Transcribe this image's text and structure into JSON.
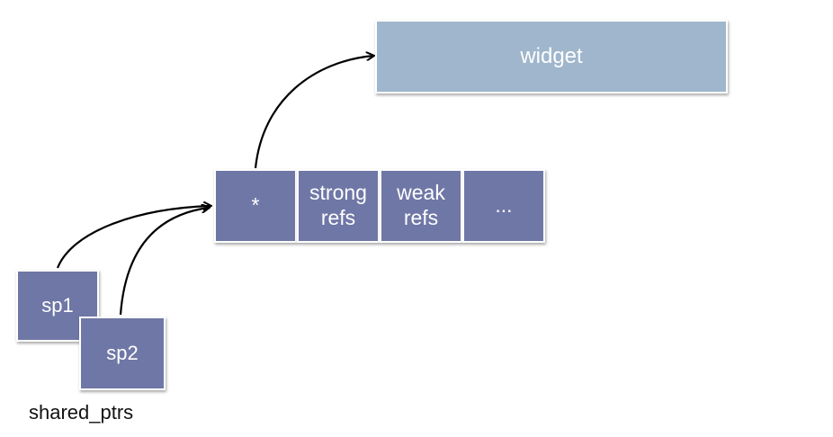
{
  "diagram": {
    "widget_label": "widget",
    "control_block": {
      "cells": [
        "*",
        "strong\nrefs",
        "weak\nrefs",
        "..."
      ]
    },
    "pointers": [
      "sp1",
      "sp2"
    ],
    "caption": "shared_ptrs",
    "colors": {
      "dark_box": "#6f77a6",
      "light_box": "#9fb6cc",
      "border": "#ffffff",
      "arrow": "#000000",
      "text_on_box": "#ffffff",
      "caption_text": "#111111"
    }
  }
}
